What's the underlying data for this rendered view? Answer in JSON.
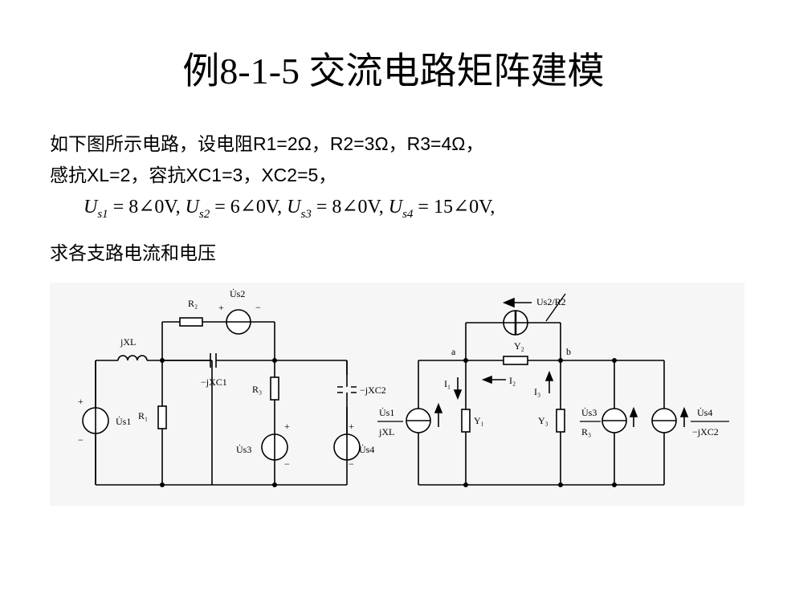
{
  "slide": {
    "title": "例8-1-5  交流电路矩阵建模",
    "line1": "如下图所示电路，设电阻R1=2Ω，R2=3Ω，R3=4Ω，",
    "line2": "感抗XL=2，容抗XC1=3，XC2=5，",
    "line4": "求各支路电流和电压"
  },
  "sources_eq": [
    {
      "sym": "U",
      "sub": "s1",
      "val": " = 8∠0V"
    },
    {
      "sym": "U",
      "sub": "s2",
      "val": " = 6∠0V"
    },
    {
      "sym": "U",
      "sub": "s3",
      "val": " = 8∠0V"
    },
    {
      "sym": "U",
      "sub": "s4",
      "val": " = 15∠0V"
    }
  ],
  "circuit_left": {
    "R2": "R₂",
    "Us2": "U̇s2",
    "plus": "+",
    "minus": "−",
    "jXL": "jXL",
    "C1": "−jXC1",
    "R3": "R₃",
    "R1": "R₁",
    "Us1": "U̇s1",
    "Us3": "U̇s3",
    "C2": "−jXC2",
    "Us4": "U̇s4"
  },
  "circuit_right": {
    "src_top": "Us2/R2",
    "node_a": "a",
    "node_b": "b",
    "Y2": "Y₂",
    "I1": "I₁",
    "I2": "I₂",
    "I3": "I₃",
    "Y1": "Y₁",
    "Y3": "Y₃",
    "f1_num": "U̇s1",
    "f1_den": "jXL",
    "f3_num": "U̇s3",
    "f3_den": "R₃",
    "f4_num": "U̇s4",
    "f4_den": "−jXC2"
  }
}
